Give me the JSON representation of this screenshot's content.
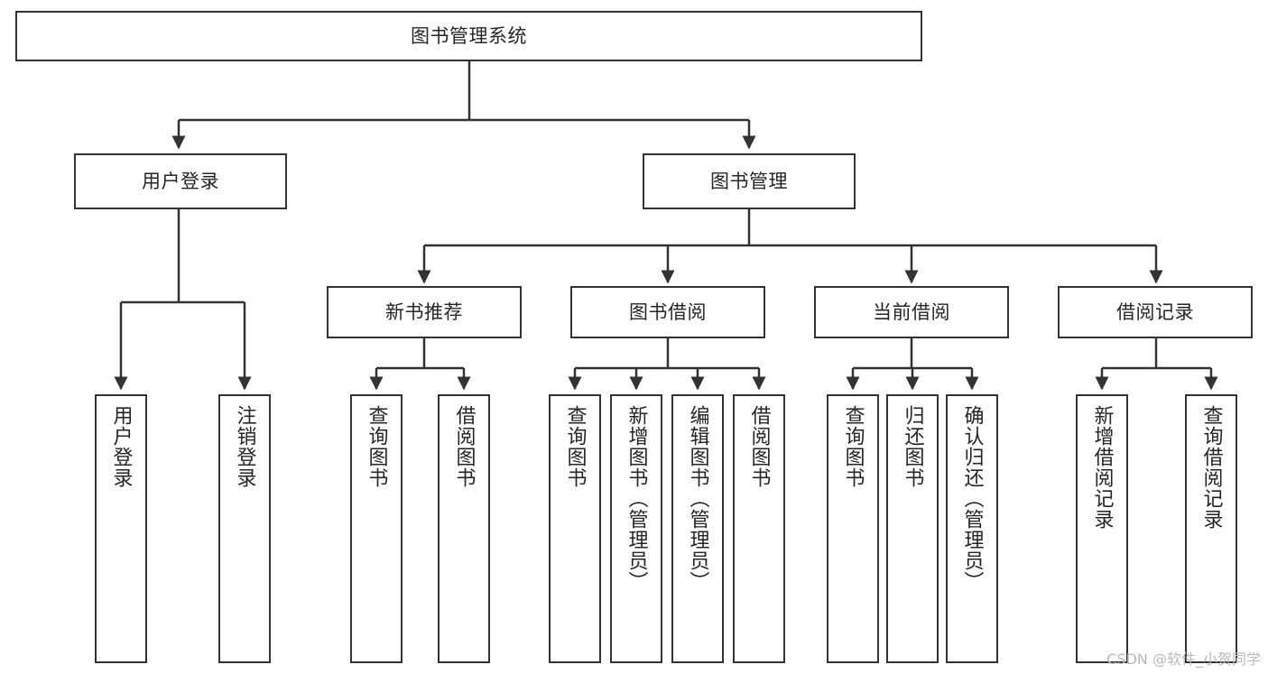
{
  "diagram": {
    "title": "图书管理系统",
    "watermark": "CSDN @软件_小贺同学",
    "colors": {
      "stroke": "#333333",
      "fill": "#ffffff",
      "text": "#262626",
      "watermark": "#b9b9b9"
    },
    "nodes": {
      "root": {
        "label": "图书管理系统"
      },
      "level2": [
        {
          "label": "用户登录"
        },
        {
          "label": "图书管理"
        }
      ],
      "level3": [
        {
          "label": "新书推荐"
        },
        {
          "label": "图书借阅"
        },
        {
          "label": "当前借阅"
        },
        {
          "label": "借阅记录"
        }
      ],
      "leaves": {
        "user_login": [
          {
            "label": "用户登录"
          },
          {
            "label": "注销登录"
          }
        ],
        "new_book_recommend": [
          {
            "label": "查询图书"
          },
          {
            "label": "借阅图书"
          }
        ],
        "book_borrow": [
          {
            "label": "查询图书"
          },
          {
            "label": "新增图书（管理员）"
          },
          {
            "label": "编辑图书（管理员）"
          },
          {
            "label": "借阅图书"
          }
        ],
        "current_borrow": [
          {
            "label": "查询图书"
          },
          {
            "label": "归还图书"
          },
          {
            "label": "确认归还（管理员）"
          }
        ],
        "borrow_record": [
          {
            "label": "新增借阅记录"
          },
          {
            "label": "查询借阅记录"
          }
        ]
      }
    }
  }
}
